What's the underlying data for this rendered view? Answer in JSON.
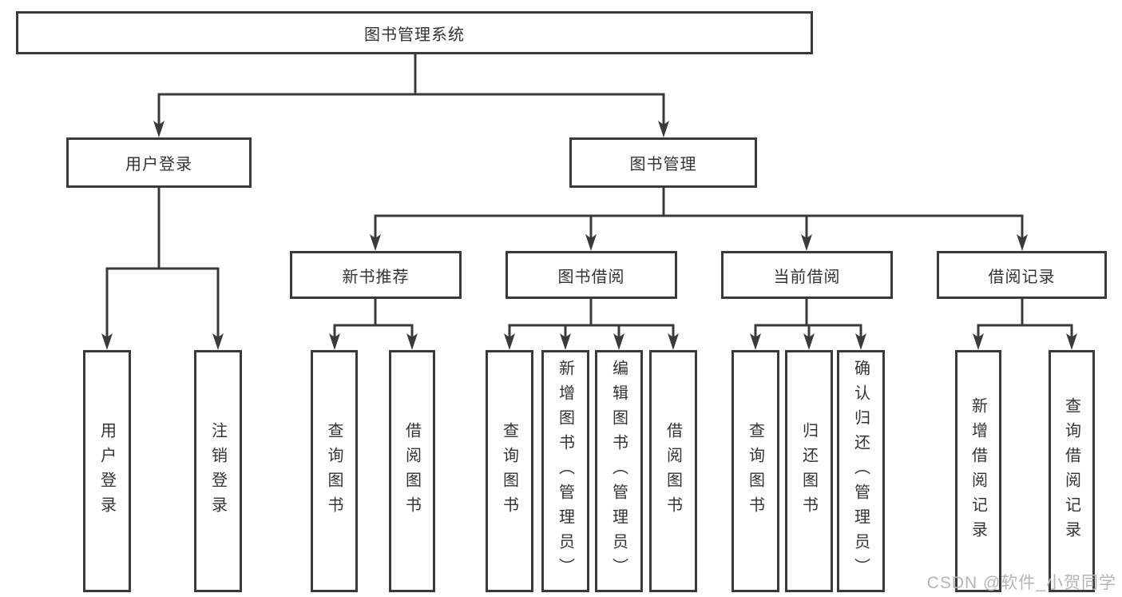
{
  "root": {
    "label": "图书管理系统"
  },
  "branches": [
    {
      "label": "用户登录",
      "children": [
        {
          "label": "用户登录"
        },
        {
          "label": "注销登录"
        }
      ]
    },
    {
      "label": "图书管理",
      "children": [
        {
          "label": "新书推荐",
          "children": [
            {
              "label": "查询图书"
            },
            {
              "label": "借阅图书"
            }
          ]
        },
        {
          "label": "图书借阅",
          "children": [
            {
              "label": "查询图书"
            },
            {
              "label": "新增图书（管理员）"
            },
            {
              "label": "编辑图书（管理员）"
            },
            {
              "label": "借阅图书"
            }
          ]
        },
        {
          "label": "当前借阅",
          "children": [
            {
              "label": "查询图书"
            },
            {
              "label": "归还图书"
            },
            {
              "label": "确认归还（管理员）"
            }
          ]
        },
        {
          "label": "借阅记录",
          "children": [
            {
              "label": "新增借阅记录"
            },
            {
              "label": "查询借阅记录"
            }
          ]
        }
      ]
    }
  ],
  "watermark": {
    "text": "CSDN @软件_小贺同学"
  },
  "colors": {
    "line": "#3a3a3a",
    "text": "#333333",
    "background": "#ffffff",
    "watermark": "#b5b5b5"
  }
}
